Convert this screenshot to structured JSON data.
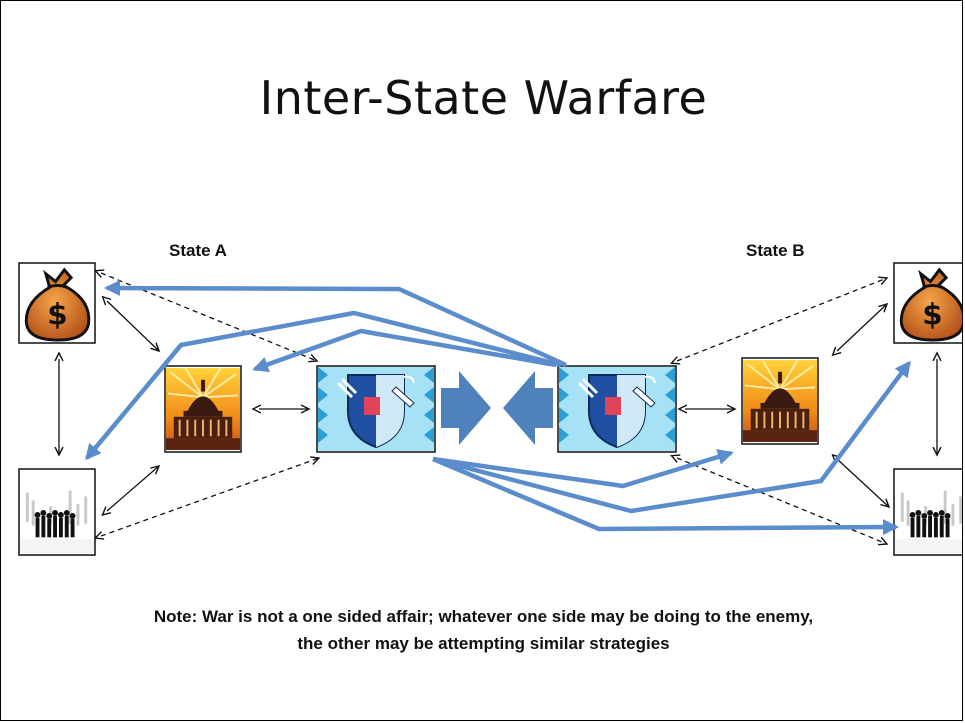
{
  "slide": {
    "title": "Inter-State Warfare",
    "note_line1": "Note: War is not a one sided affair; whatever one side may be doing to the enemy,",
    "note_line2": "the other may be attempting similar strategies"
  },
  "states": [
    {
      "label": "State A",
      "nodes": [
        "money-bag-icon",
        "capitol-icon",
        "people-icon",
        "military-shield-icon"
      ]
    },
    {
      "label": "State B",
      "nodes": [
        "money-bag-icon",
        "capitol-icon",
        "people-icon",
        "military-shield-icon"
      ]
    }
  ],
  "colors": {
    "influence_arrow": "#5b8ccb",
    "block_arrow": "#4f81bd",
    "connector": "#111111",
    "money_bag": "#d2691e",
    "capitol_sky": "#f28c1a",
    "shield_bg": "#8fd3f0"
  }
}
